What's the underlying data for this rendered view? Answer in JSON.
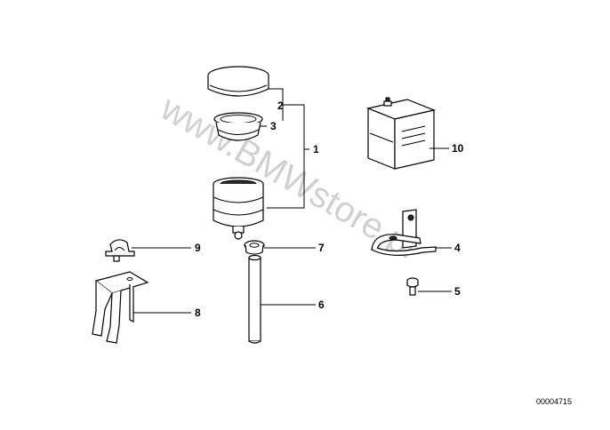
{
  "callouts": {
    "c1": "1",
    "c2": "2",
    "c3": "3",
    "c4": "4",
    "c5": "5",
    "c6": "6",
    "c7": "7",
    "c8": "8",
    "c9": "9",
    "c10": "10"
  },
  "watermark": "www.BMWstore.pl",
  "reference_number": "00004715"
}
